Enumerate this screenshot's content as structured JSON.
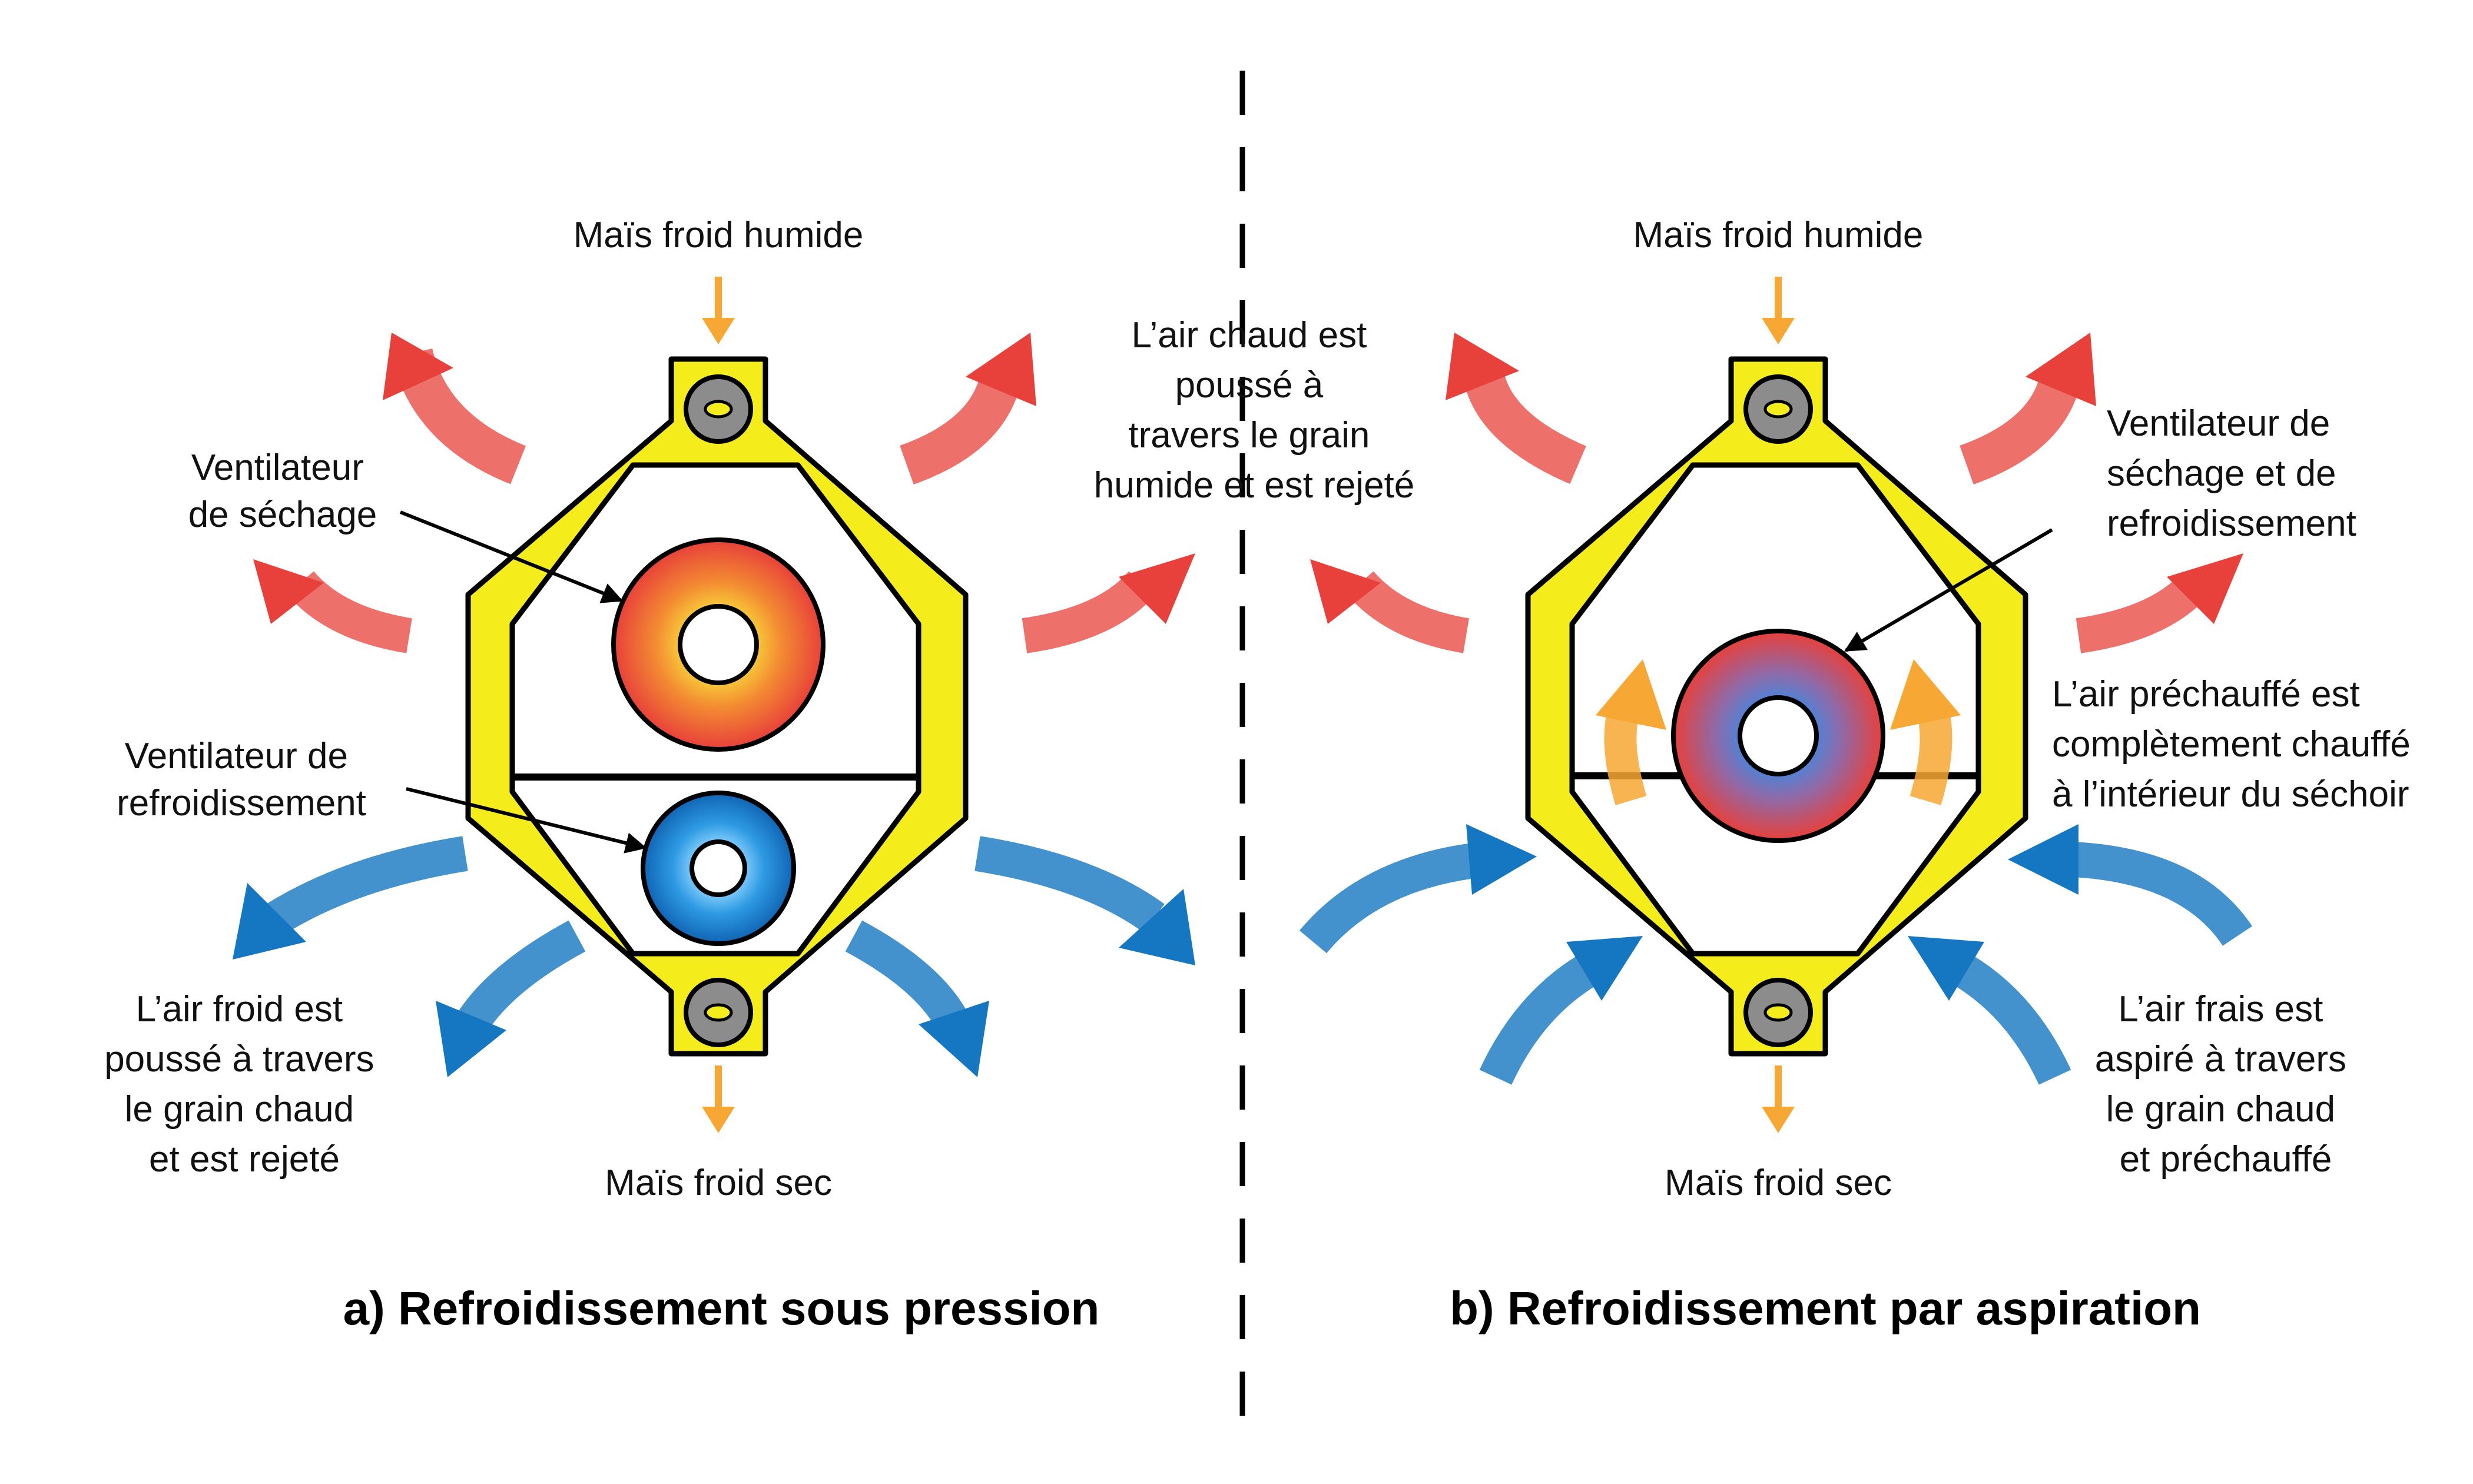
{
  "panel_a": {
    "input_label": "Maïs froid humide",
    "output_label": "Maïs froid sec",
    "drying_fan_label": [
      "Ventilateur",
      "de séchage"
    ],
    "cooling_fan_label": [
      "Ventilateur de",
      "refroidissement"
    ],
    "exhaust_label": [
      "L’air chaud est",
      "poussé à",
      "travers le grain",
      "humide et est rejeté"
    ],
    "cold_air_label": [
      "L’air froid est",
      "poussé à travers",
      "le grain chaud",
      "et est rejeté"
    ],
    "caption": "a) Refroidissement sous pression"
  },
  "panel_b": {
    "input_label": "Maïs froid humide",
    "output_label": "Maïs froid sec",
    "fan_label": [
      "Ventilateur de",
      "séchage et de",
      "refroidissement"
    ],
    "preheated_label": [
      "L’air préchauffé est",
      "complètement chauffé",
      "à l’intérieur du séchoir"
    ],
    "fresh_air_label": [
      "L’air frais est",
      "aspiré à travers",
      "le grain chaud",
      "et préchauffé"
    ],
    "caption": "b) Refroidissement par aspiration"
  },
  "colors": {
    "frame_yellow": "#f5ec1c",
    "hot_red": "#e8403a",
    "cold_blue": "#1577c1",
    "grain_orange": "#f7a733",
    "pivot_gray": "#8c8c8c"
  }
}
